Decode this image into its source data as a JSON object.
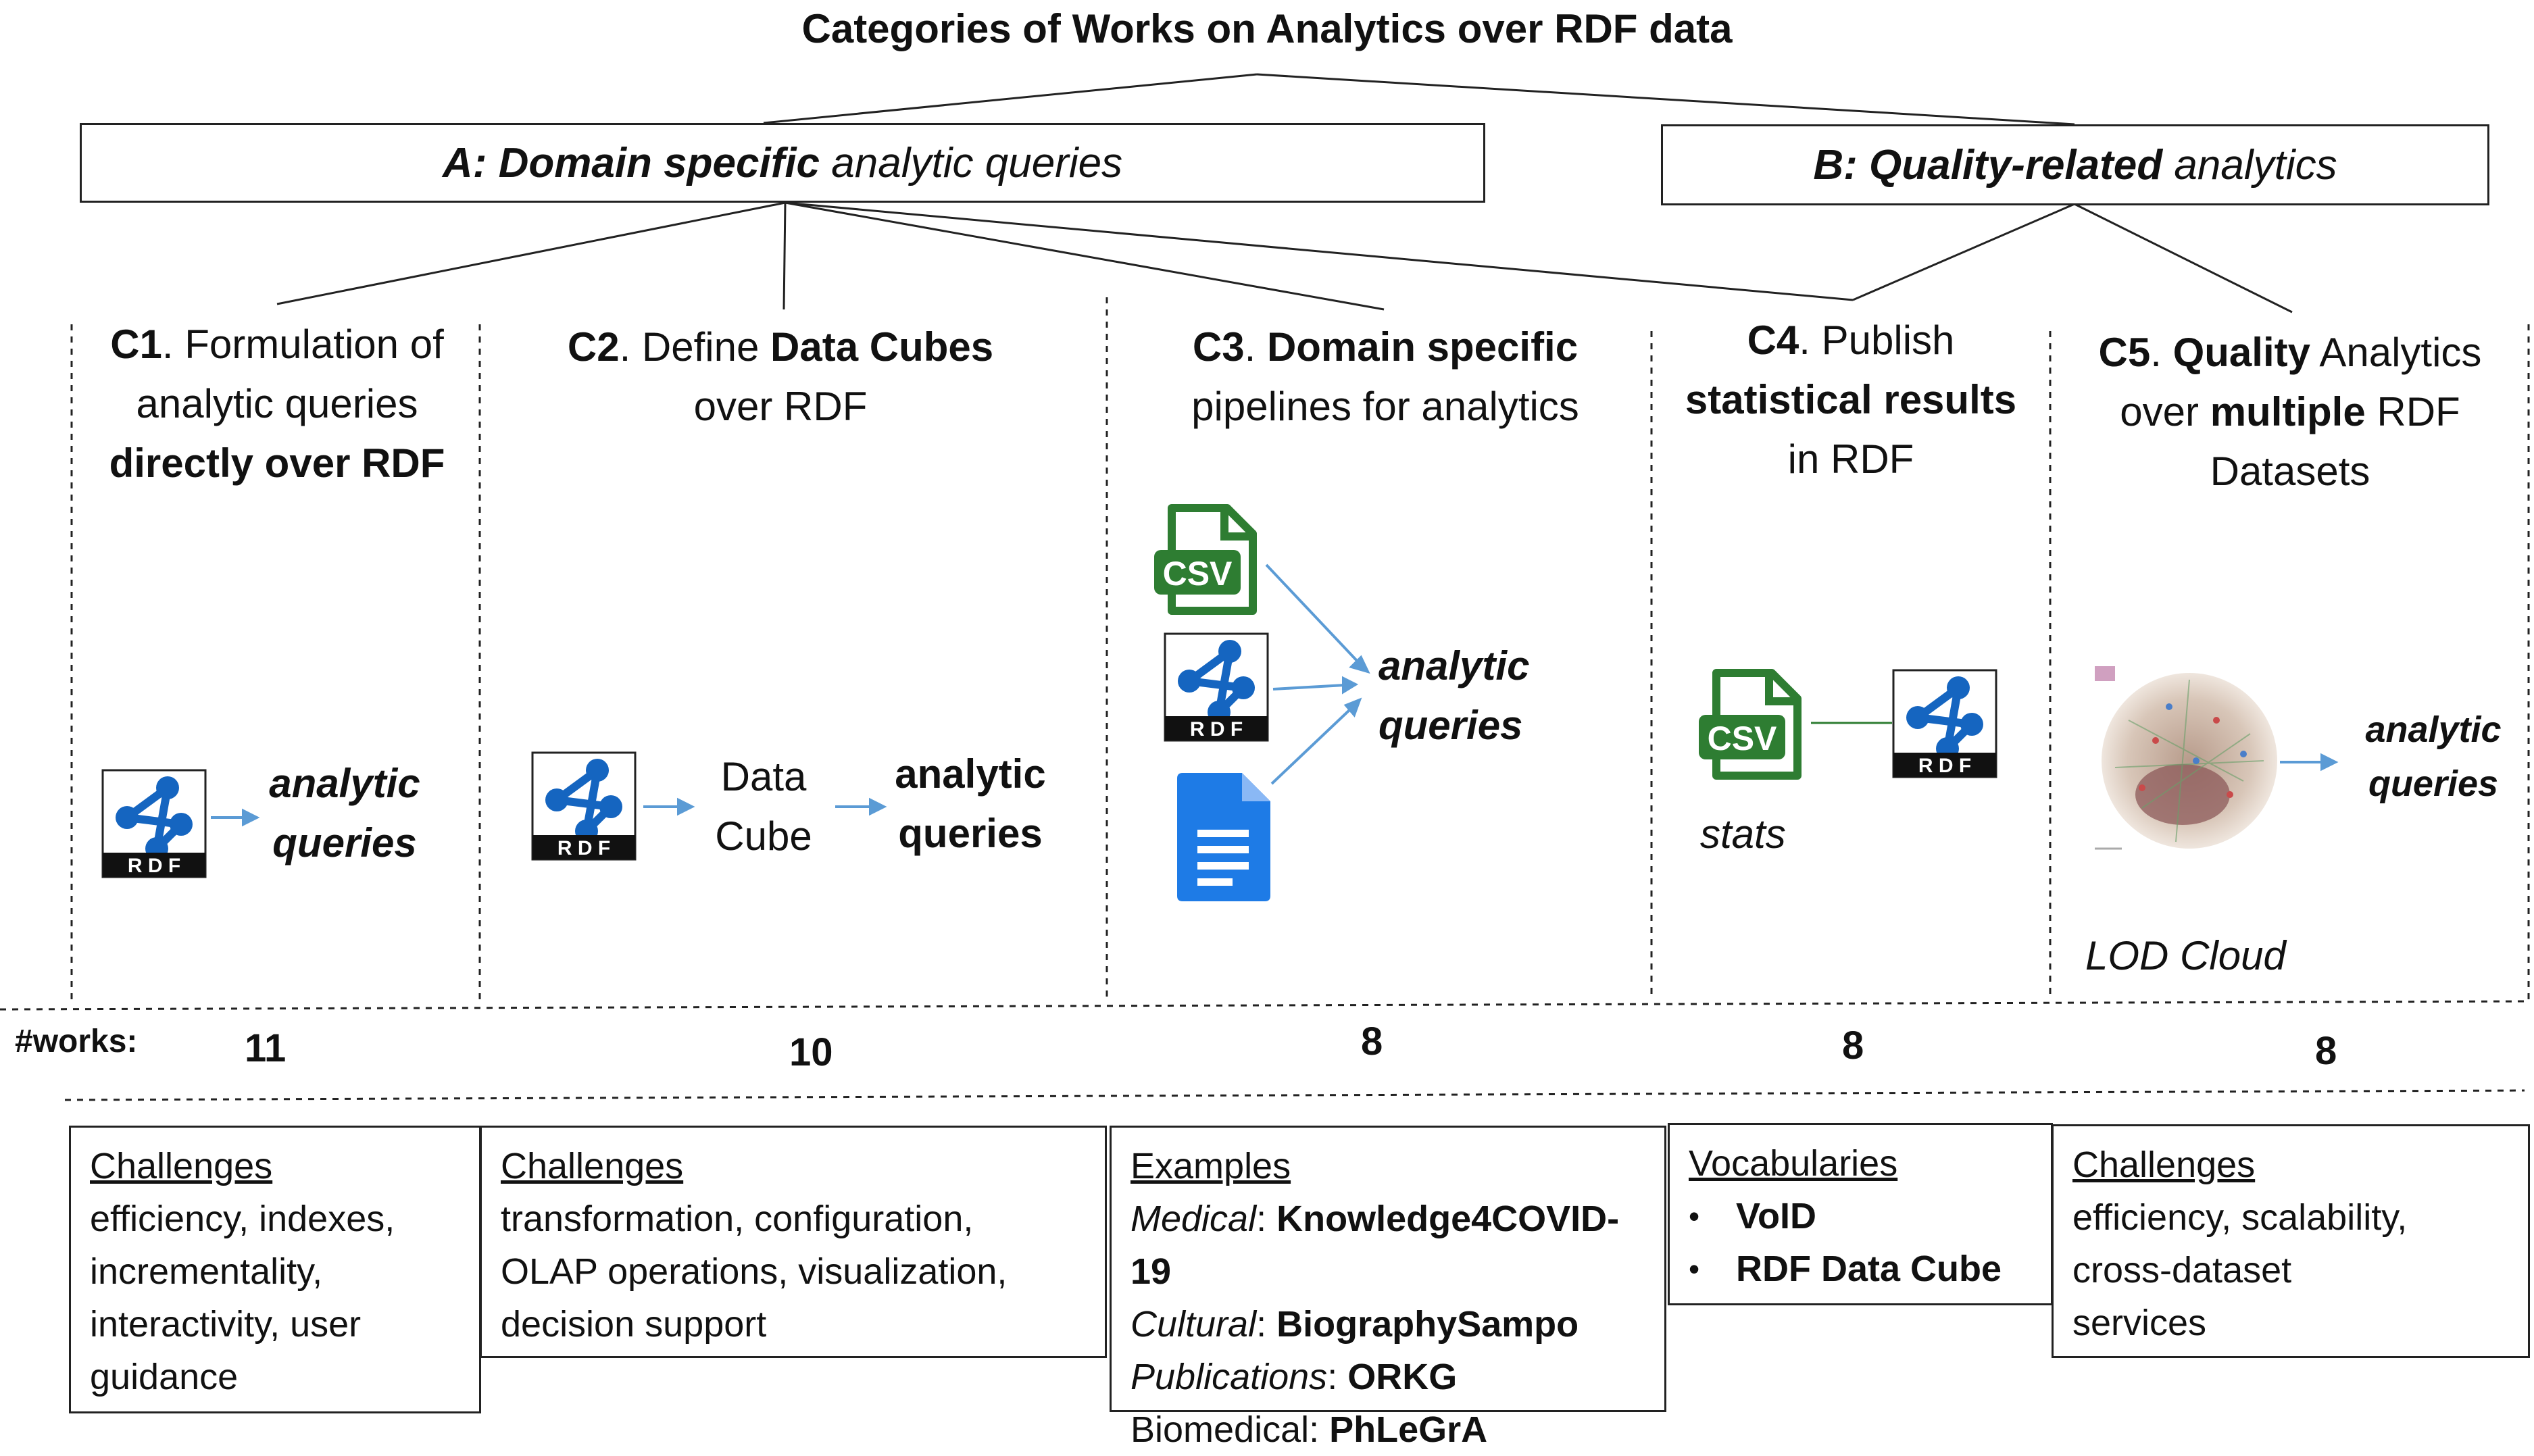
{
  "title": "Categories of Works on Analytics over RDF data",
  "top_categories": {
    "a": {
      "bold_prefix": "A: Domain specific",
      "rest": "analytic queries"
    },
    "b": {
      "bold_prefix": "B: Quality-related",
      "rest": "analytics"
    }
  },
  "columns": {
    "c1": {
      "code": "C1",
      "line1_rest": ". Formulation of",
      "line2": "analytic queries",
      "line3_bold": "directly over RDF",
      "query_line1": "analytic",
      "query_line2": "queries"
    },
    "c2": {
      "code": "C2",
      "line1_rest": ". Define ",
      "line1_bold": "Data Cubes",
      "line2": "over RDF",
      "cube_line1": "Data",
      "cube_line2": "Cube",
      "query_line1": "analytic",
      "query_line2": "queries"
    },
    "c3": {
      "code": "C3",
      "line1_rest": ". ",
      "line1_bold": "Domain specific",
      "line2": "pipelines for analytics",
      "query_line1": "analytic",
      "query_line2": "queries"
    },
    "c4": {
      "code": "C4",
      "line1_rest": ". Publish",
      "line2_bold": "statistical results",
      "line3": "in RDF",
      "stats_label": "stats"
    },
    "c5": {
      "code": "C5",
      "line1_rest": ". ",
      "line1_bold": "Quality",
      "line1_end": " Analytics",
      "line2_start": "over ",
      "line2_bold": "multiple",
      "line2_end": " RDF",
      "line3": "Datasets",
      "query_line1": "analytic",
      "query_line2": "queries",
      "cloud_label": "LOD Cloud"
    }
  },
  "works": {
    "label": "#works:",
    "c1": "11",
    "c2": "10",
    "c3": "8",
    "c4": "8",
    "c5": "8"
  },
  "boxes": {
    "c1": {
      "header": "Challenges",
      "lines": [
        "efficiency, indexes,",
        "incrementality,",
        "interactivity, user",
        "guidance"
      ]
    },
    "c2": {
      "header": "Challenges",
      "lines": [
        "transformation, configuration,",
        "OLAP operations, visualization,",
        "decision support"
      ]
    },
    "c3": {
      "header": "Examples",
      "rows": [
        {
          "domain": "Medical",
          "name": "Knowledge4COVID-19"
        },
        {
          "domain": "Cultural",
          "name": "BiographySampo"
        },
        {
          "domain": "Publications",
          "name": "ORKG"
        },
        {
          "domain": "Biomedical",
          "name": "PhLeGrA"
        }
      ]
    },
    "c4": {
      "header": "Vocabularies",
      "items": [
        "VoID",
        "RDF Data Cube"
      ],
      "bullet": "•"
    },
    "c5": {
      "header": "Challenges",
      "lines": [
        "efficiency, scalability,",
        "cross-dataset",
        "services"
      ]
    }
  },
  "icons": {
    "rdf_logo_text": "R D F",
    "csv_text": "CSV",
    "names": [
      "rdf-logo-icon",
      "csv-file-icon",
      "document-icon",
      "lod-cloud-image",
      "arrow-icon"
    ]
  },
  "colors": {
    "rdf_blue": "#1565c0",
    "csv_green": "#2e7d32",
    "doc_blue": "#1e7be6",
    "arrow_blue": "#5b9bd5",
    "line": "#222222"
  }
}
